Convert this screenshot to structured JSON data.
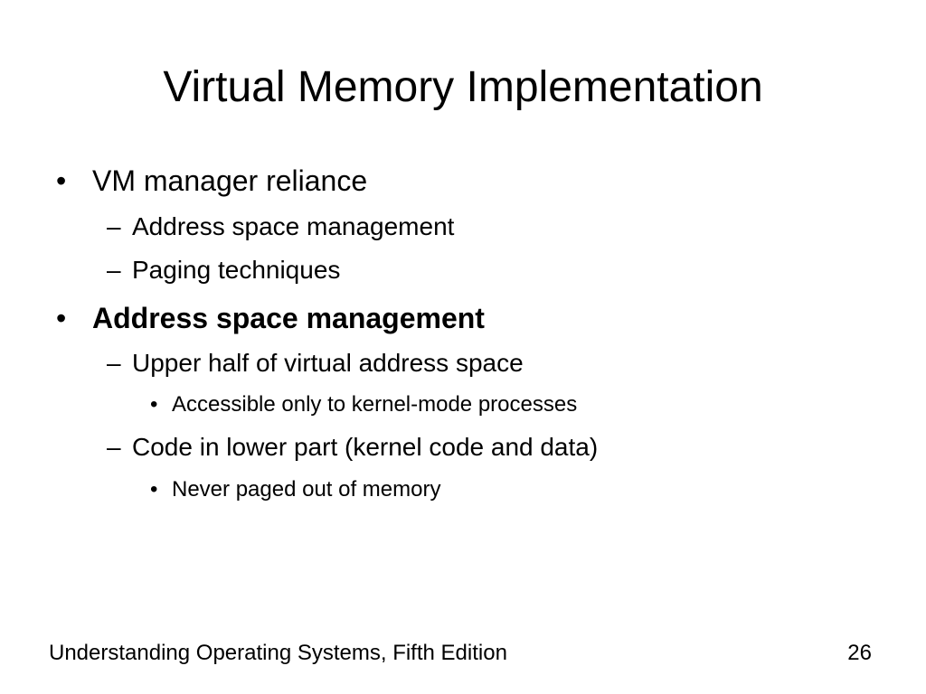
{
  "slide": {
    "title": "Virtual Memory Implementation",
    "bullets": [
      {
        "marker": "•",
        "text": "VM manager reliance"
      },
      {
        "marker": "–",
        "text": "Address space management"
      },
      {
        "marker": "–",
        "text": "Paging techniques"
      },
      {
        "marker": "•",
        "text": "Address space management"
      },
      {
        "marker": "–",
        "text": "Upper half of virtual address space"
      },
      {
        "marker": "•",
        "text": "Accessible only to kernel-mode processes"
      },
      {
        "marker": "–",
        "text": "Code in lower part (kernel code and data)"
      },
      {
        "marker": "•",
        "text": "Never paged out of memory"
      }
    ],
    "footer": {
      "book": "Understanding Operating Systems, Fifth Edition",
      "page_number": "26"
    }
  }
}
